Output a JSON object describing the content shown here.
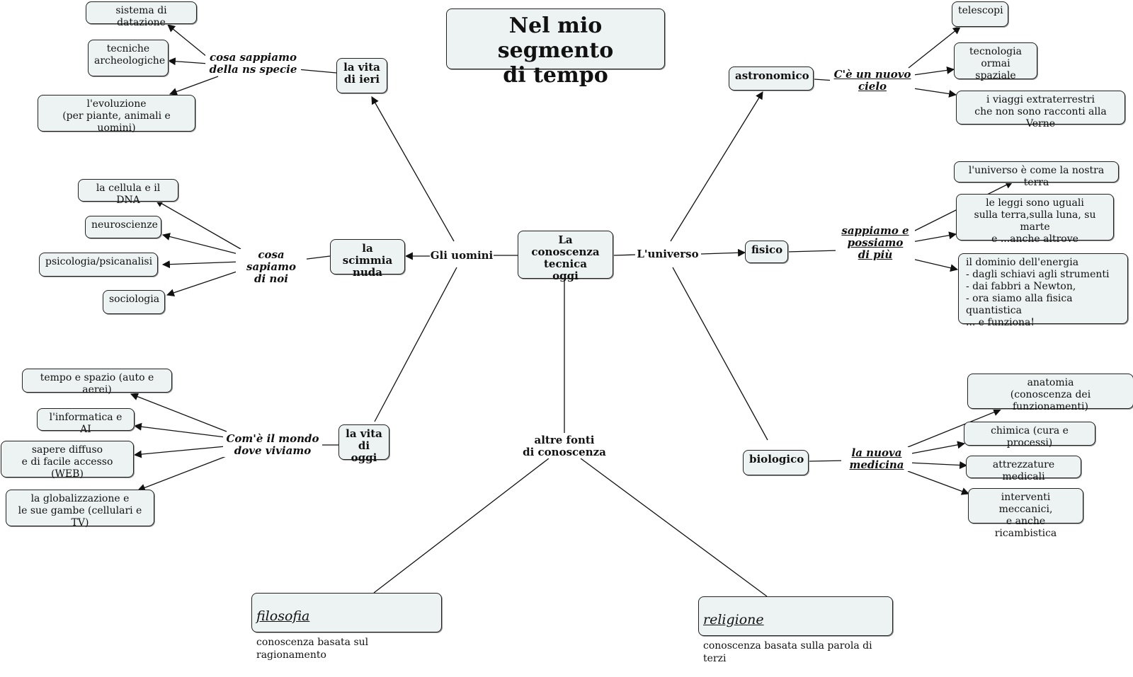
{
  "title": "Nel mio segmento\ndi tempo",
  "center": "La conoscenza\ntecnica\noggi",
  "links": {
    "gli_uomini": "Gli uomini",
    "universo": "L'universo",
    "altre_fonti": "altre fonti\ndi conoscenza",
    "cosa_sappiamo_specie": "cosa sappiamo\ndella ns specie",
    "cosa_sapiamo_noi": "cosa sapiamo\ndi noi",
    "come_mondo": "Com'è il mondo\ndove viviamo",
    "nuovo_cielo": "C'è un nuovo\ncielo",
    "sappiamo_possiamo": "sappiamo e\npossiamo\ndi più",
    "nuova_medicina": "la nuova\nmedicina"
  },
  "nodes": {
    "vita_ieri": "la vita\ndi ieri",
    "scimmia": "la scimmia\nnuda",
    "vita_oggi": "la vita\ndi oggi",
    "astronomico": "astronomico",
    "fisico": "fisico",
    "biologico": "biologico",
    "datazione": "sistema di datazione",
    "tecniche": "tecniche\narcheologiche",
    "evoluzione": "l'evoluzione\n(per piante, animali e uomini)",
    "cellula": "la cellula e il DNA",
    "neuroscienze": "neuroscienze",
    "psicologia": "psicologia/psicanalisi",
    "sociologia": "sociologia",
    "tempo_spazio": "tempo e spazio (auto e aerei)",
    "informatica": "l'informatica e AI",
    "sapere": "sapere diffuso\ne di facile accesso (WEB)",
    "globalizzazione": "la globalizzazione e\nle sue gambe (cellulari e TV)",
    "telescopi": "telescopi",
    "tecnologia": "tecnologia\normai spaziale",
    "viaggi": "i viaggi extraterrestri\nche non sono racconti alla Verne",
    "universo_terra": "l'universo è come la nostra terra",
    "leggi": "le leggi sono uguali\nsulla terra,sulla luna, su marte\ne ...anche altrove",
    "energia": "il dominio dell'energia\n- dagli schiavi agli strumenti\n- dai fabbri a Newton,\n- ora siamo alla fisica quantistica\n  ... e funziona!",
    "anatomia": "anatomia\n(conoscenza dei funzionamenti)",
    "chimica": "chimica (cura e processi)",
    "attrezzature": "attrezzature medicali",
    "interventi": "interventi meccanici,\ne anche ricambistica"
  },
  "filosofia": {
    "head": "filosofia",
    "sub": "conoscenza basata sul ragionamento"
  },
  "religione": {
    "head": "religione",
    "sub": "conoscenza basata sulla parola di terzi"
  }
}
